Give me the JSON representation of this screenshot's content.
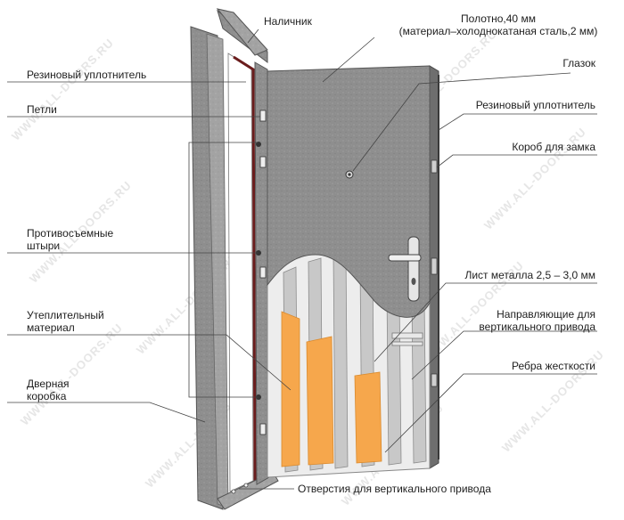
{
  "watermark": "WWW.ALL-DOORS.RU",
  "colors": {
    "steel": "#8f8f8f",
    "steel_dark": "#5f5f5f",
    "frame": "#9c9c9c",
    "insulation": "#f6a74c",
    "rib": "#c7c7c7",
    "line": "#444444",
    "seal": "#6a1d1d"
  },
  "labels": {
    "nalichnik": "Наличник",
    "polotno_1": "Полотно,40 мм",
    "polotno_2": "(материал–холоднокатаная сталь,2 мм)",
    "uplotnitel_left": "Резиновый уплотнитель",
    "glazok": "Глазок",
    "petli": "Петли",
    "uplotnitel_right": "Резиновый уплотнитель",
    "korob_zamka": "Короб для замка",
    "shtyri_1": "Противосъемные",
    "shtyri_2": "штыри",
    "list_metalla": "Лист металла 2,5 – 3,0 мм",
    "uteplitel_1": "Утеплительный",
    "uteplitel_2": "материал",
    "napravlyayushchie_1": "Направляющие для",
    "napravlyayushchie_2": "вертикального привода",
    "rebra": "Ребра жесткости",
    "korobka_1": "Дверная",
    "korobka_2": "коробка",
    "otverstiya": "Отверстия для вертикального привода"
  }
}
